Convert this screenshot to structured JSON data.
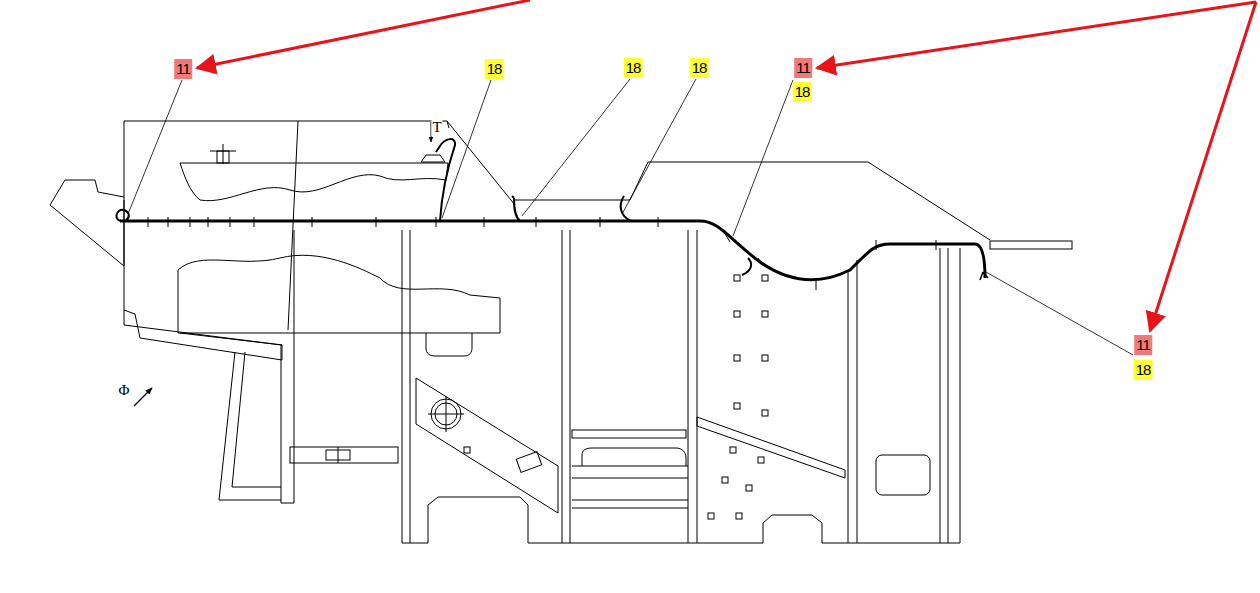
{
  "diagram": {
    "labels": [
      "11",
      "18",
      "18",
      "18",
      "11",
      "18",
      "T",
      "Φ",
      "11",
      "18"
    ]
  }
}
